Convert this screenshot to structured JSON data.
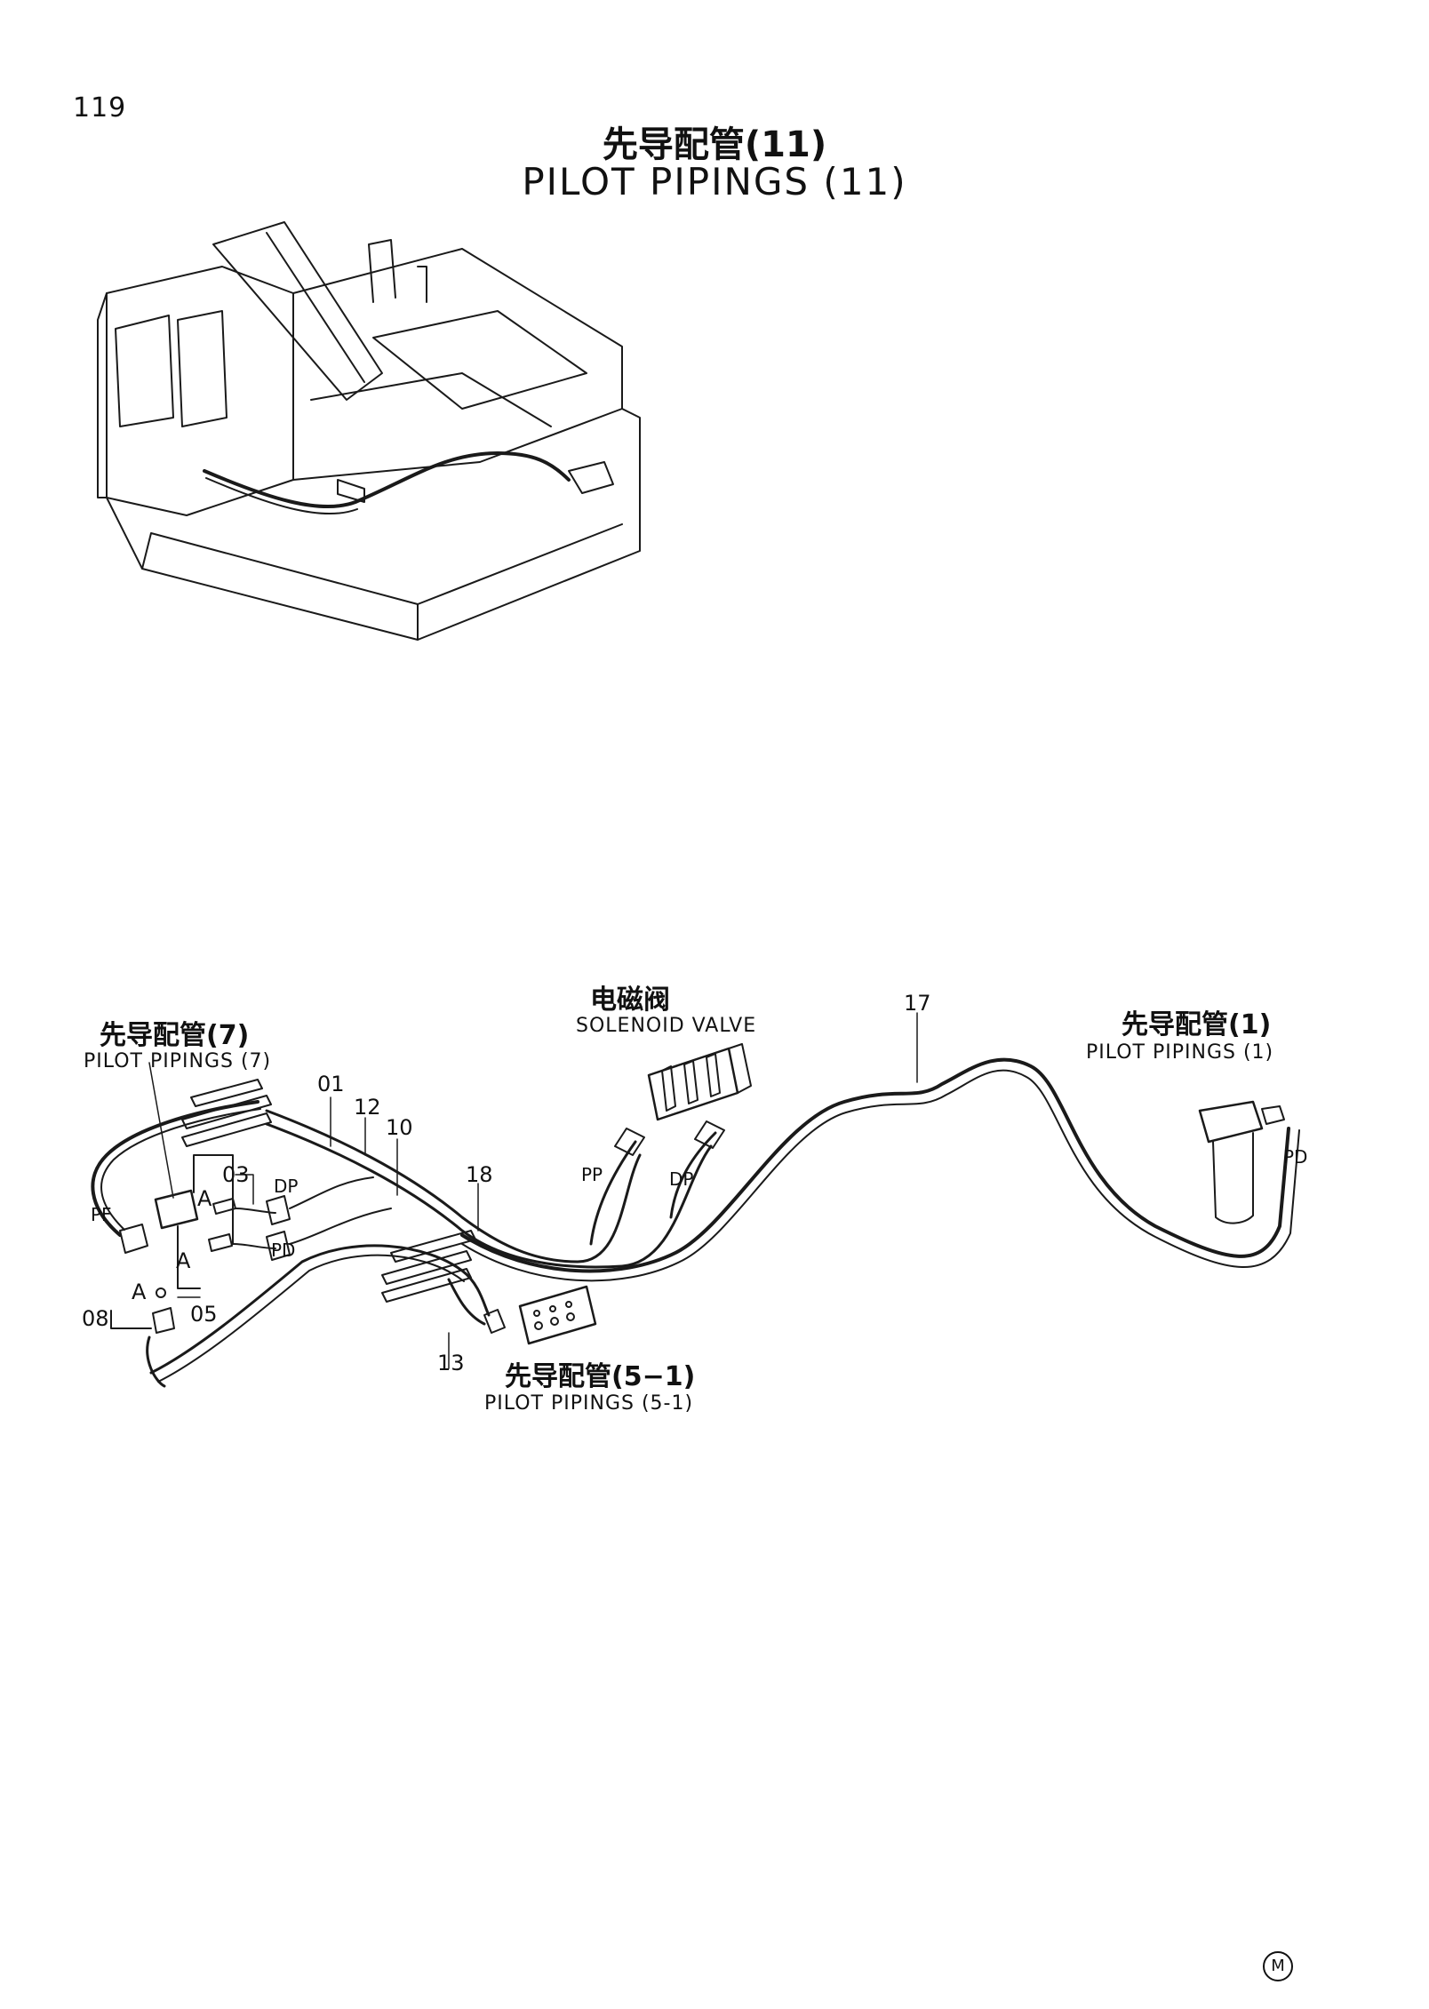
{
  "page_number": "119",
  "title_zh": "先导配管(11)",
  "title_en": "PILOT PIPINGS (11)",
  "labels": {
    "solenoid_zh": "电磁阀",
    "solenoid_en": "SOLENOID VALVE",
    "pp7_zh": "先导配管(7)",
    "pp7_en": "PILOT PIPINGS (7)",
    "pp1_zh": "先导配管(1)",
    "pp1_en": "PILOT PIPINGS (1)",
    "pp51_zh": "先导配管(5−1)",
    "pp51_en": "PILOT PIPINGS (5-1)"
  },
  "part_numbers": {
    "p01": "01",
    "p12": "12",
    "p10": "10",
    "p03": "03",
    "p18": "18",
    "p17": "17",
    "p08": "08",
    "p05": "05",
    "p13": "13"
  },
  "port_labels": {
    "pf": "PF",
    "dp_left": "DP",
    "pd_left": "PD",
    "pp": "PP",
    "dp_right": "DP",
    "pd_right": "PD",
    "a_top": "A",
    "a_mid": "A",
    "a_bottom": "A"
  },
  "corner_mark": "M"
}
